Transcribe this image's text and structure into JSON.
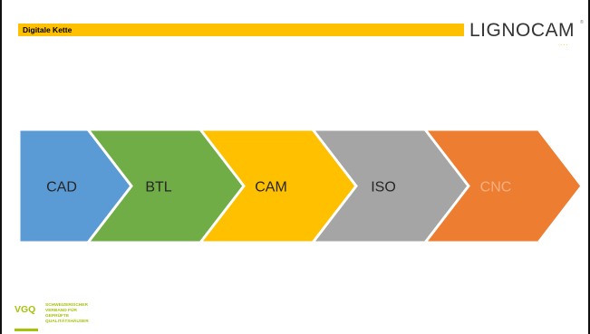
{
  "header": {
    "title": "Digitale Kette",
    "accent_color": "#ffc000"
  },
  "logo": {
    "text": "LIGNOCAM",
    "registered": "®",
    "dots": "..."
  },
  "chain": {
    "steps": [
      {
        "label": "CAD",
        "color": "#5b9bd5",
        "text_color": "#262626"
      },
      {
        "label": "BTL",
        "color": "#70ad47",
        "text_color": "#262626"
      },
      {
        "label": "CAM",
        "color": "#ffc000",
        "text_color": "#262626"
      },
      {
        "label": "ISO",
        "color": "#a5a5a5",
        "text_color": "#262626"
      },
      {
        "label": "CNC",
        "color": "#ed7d31",
        "text_color": "#f4b183"
      }
    ]
  },
  "footer": {
    "vgq_mark": "VGQ",
    "vgq_lines": [
      "SCHWEIZERISCHER",
      "VERBAND FÜR",
      "GEPRÜFTE",
      "QUALITÄTSHÄUSER"
    ],
    "brand_color": "#a6c20a"
  }
}
